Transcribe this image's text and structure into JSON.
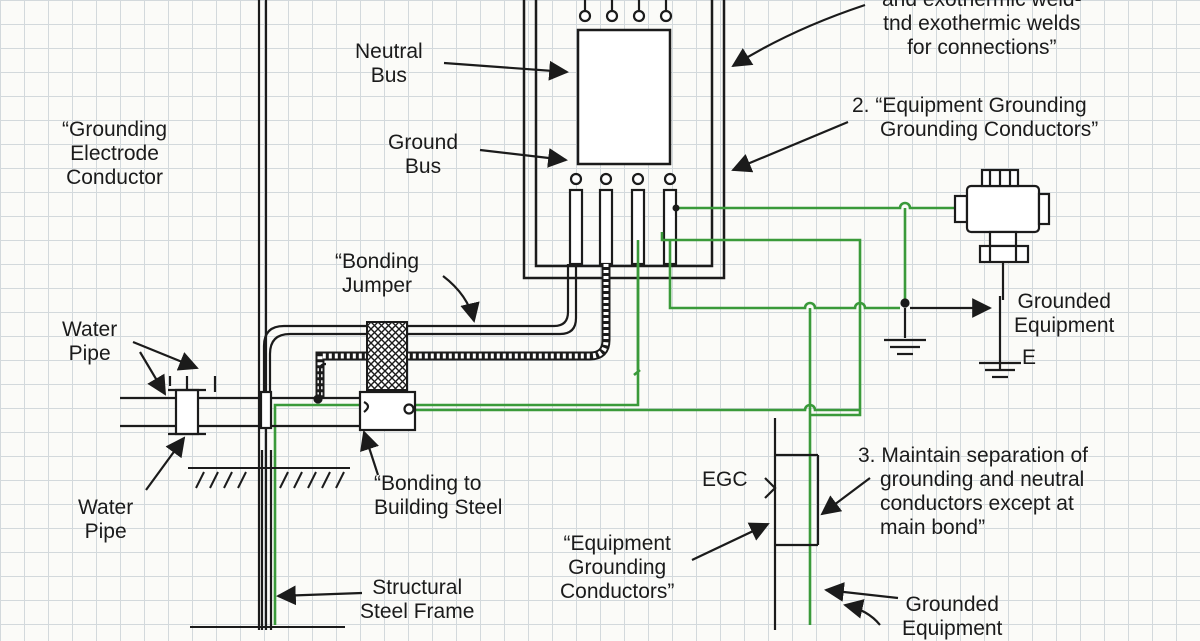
{
  "labels": {
    "top_callout": [
      "and exothermic weld-",
      "tnd exothermic welds",
      "for connections”"
    ],
    "neutral_bus": [
      "Neutral",
      "Bus"
    ],
    "ground_bus": [
      "Ground",
      "Bus"
    ],
    "grounding_electrode_conductor": [
      "“Grounding",
      "Electrode",
      "Conductor"
    ],
    "bonding_jumper": [
      "“Bonding",
      "Jumper"
    ],
    "water_pipe_upper": [
      "Water",
      "Pipe"
    ],
    "water_pipe_lower": [
      "Water",
      "Pipe"
    ],
    "bonding_to_building_steel": [
      "“Bonding to",
      "Building Steel"
    ],
    "structural_steel_frame": [
      "Structural",
      "Steel Frame"
    ],
    "equipment_grounding_note": [
      "2. “Equipment Grounding",
      "Grounding Conductors”"
    ],
    "grounded_equipment_right": [
      "Grounded",
      "Equipment"
    ],
    "ground_symbol_e": "E",
    "egc": "EGC",
    "separation_note": [
      "3. Maintain separation of",
      "grounding and neutral",
      "conductors except at",
      "main bond”"
    ],
    "equipment_grounding_conductors": [
      "“Equipment",
      "Grounding",
      "Conductors”"
    ],
    "grounded_equipment_bottom": [
      "Grounded",
      "Equipment"
    ]
  },
  "colors": {
    "ink": "#1b1b1b",
    "green_conductor": "#3a9a3a",
    "grid": "#d3d9dc",
    "background": "#fbfbf8"
  }
}
